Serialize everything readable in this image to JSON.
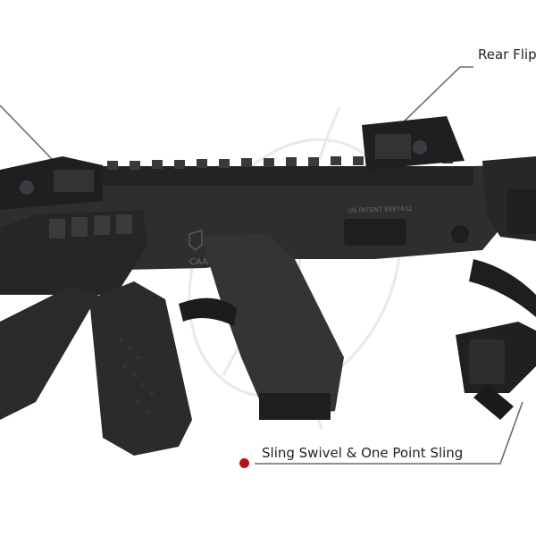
{
  "callouts": {
    "rear_flip": {
      "label": "Rear Flip"
    },
    "sling": {
      "label": "Sling Swivel & One Point Sling"
    }
  },
  "product": {
    "logo_text": "CAA",
    "engraving": "US PATENT 8887432"
  },
  "colors": {
    "accent": "#b3141c",
    "body": "#2e2e30",
    "shadow": "#1c1c1e",
    "background": "#ffffff"
  }
}
